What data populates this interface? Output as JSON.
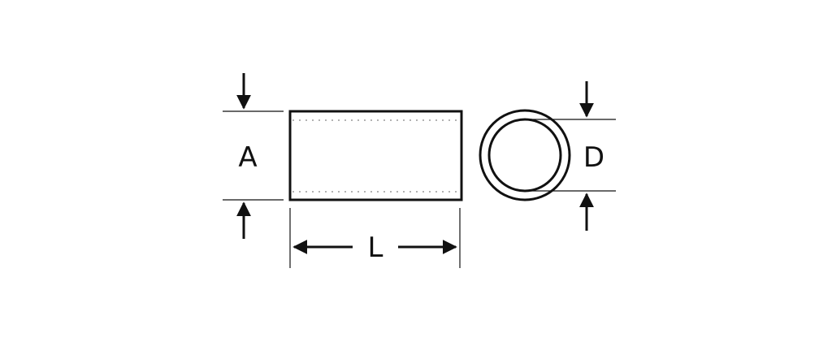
{
  "diagram": {
    "labels": {
      "outer_diameter": "A",
      "length": "L",
      "inner_diameter": "D"
    },
    "colors": {
      "stroke": "#111111",
      "background": "#ffffff",
      "hidden_line": "#666666"
    }
  }
}
